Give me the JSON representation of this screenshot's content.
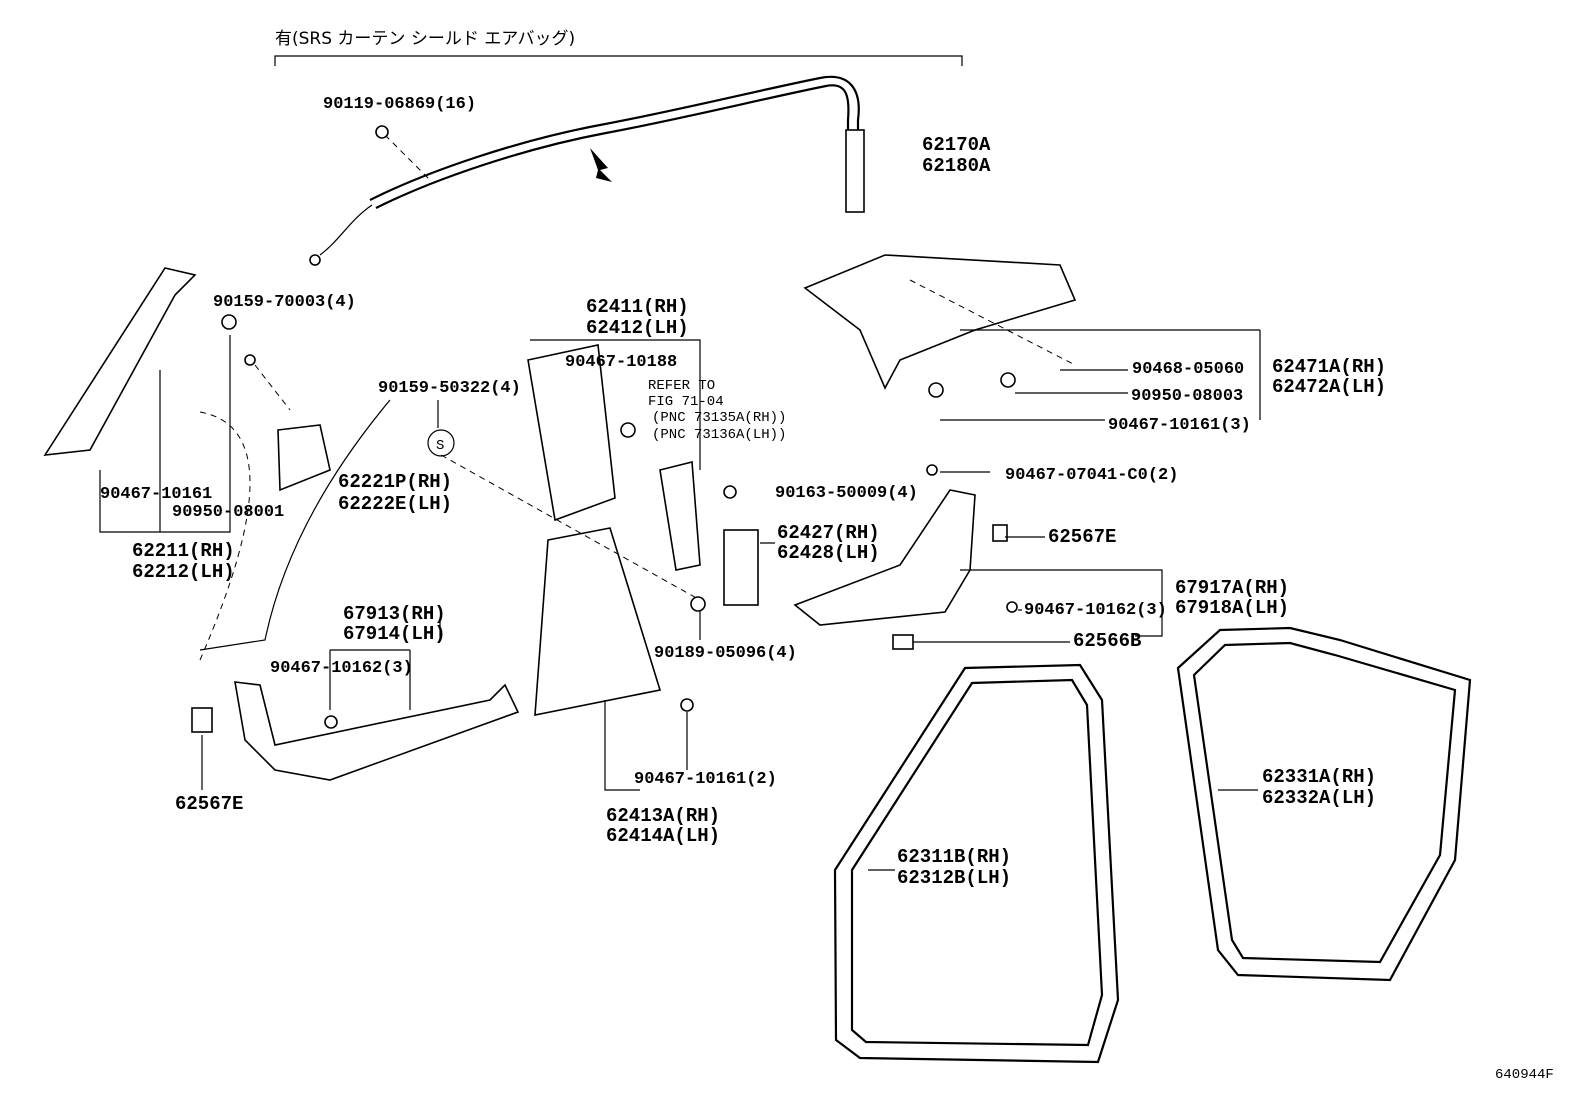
{
  "header": {
    "airbag_note": "有(SRS カーテン シールド エアバッグ)"
  },
  "labels": {
    "p90119": "90119-06869(16)",
    "p62170A": "62170A",
    "p62180A": "62180A",
    "p90159_70003": "90159-70003(4)",
    "p62411": "62411(RH)",
    "p62412": "62412(LH)",
    "p90467_10188": "90467-10188",
    "refer1": "REFER TO",
    "refer2": "FIG 71-04",
    "refer3": "(PNC 73135A(RH))",
    "refer4": "(PNC 73136A(LH))",
    "p90159_50322": "90159-50322(4)",
    "s_mark": "S",
    "p90467_10161_a": "90467-10161",
    "p90950_08001": "90950-08001",
    "p62221P": "62221P(RH)",
    "p62222E": "62222E(LH)",
    "p62211": "62211(RH)",
    "p62212": "62212(LH)",
    "p90468_05060": "90468-05060",
    "p62471A": "62471A(RH)",
    "p62472A": "62472A(LH)",
    "p90950_08003": "90950-08003",
    "p90467_10161_3": "90467-10161(3)",
    "p90467_07041": "90467-07041-C0(2)",
    "p90163_50009": "90163-50009(4)",
    "p62427": "62427(RH)",
    "p62428": "62428(LH)",
    "p62567E_r": "62567E",
    "p67917A": "67917A(RH)",
    "p67918A": "67918A(LH)",
    "p90467_10162_r": "90467-10162(3)",
    "p62566B": "62566B",
    "p67913": "67913(RH)",
    "p67914": "67914(LH)",
    "p90467_10162_l": "90467-10162(3)",
    "p90189_05096": "90189-05096(4)",
    "p90467_10161_2": "90467-10161(2)",
    "p62413A": "62413A(RH)",
    "p62414A": "62414A(LH)",
    "p62567E_l": "62567E",
    "p62311B": "62311B(RH)",
    "p62312B": "62312B(LH)",
    "p62331A": "62331A(RH)",
    "p62332A": "62332A(LH)"
  },
  "footer": {
    "figure_id": "640944F"
  }
}
